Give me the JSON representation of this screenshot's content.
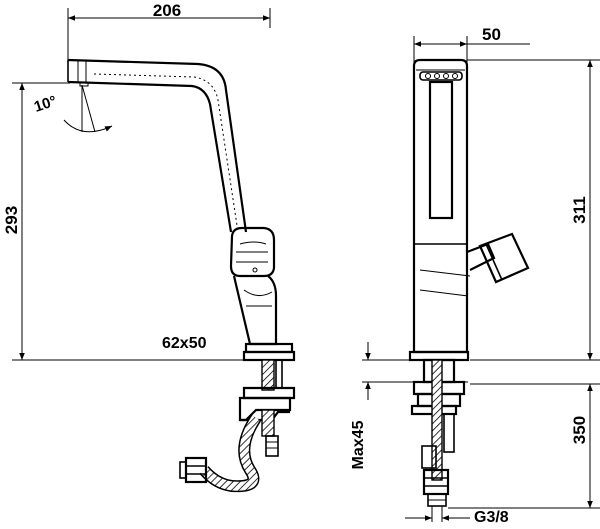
{
  "dimensions": {
    "side_width": "206",
    "side_height": "293",
    "spout_angle": "10°",
    "base_size": "62x50",
    "front_width": "50",
    "front_height": "311",
    "hose_length": "350",
    "max_thickness": "Max45",
    "thread": "G3/8"
  },
  "colors": {
    "line": "#000000",
    "background": "#ffffff"
  }
}
